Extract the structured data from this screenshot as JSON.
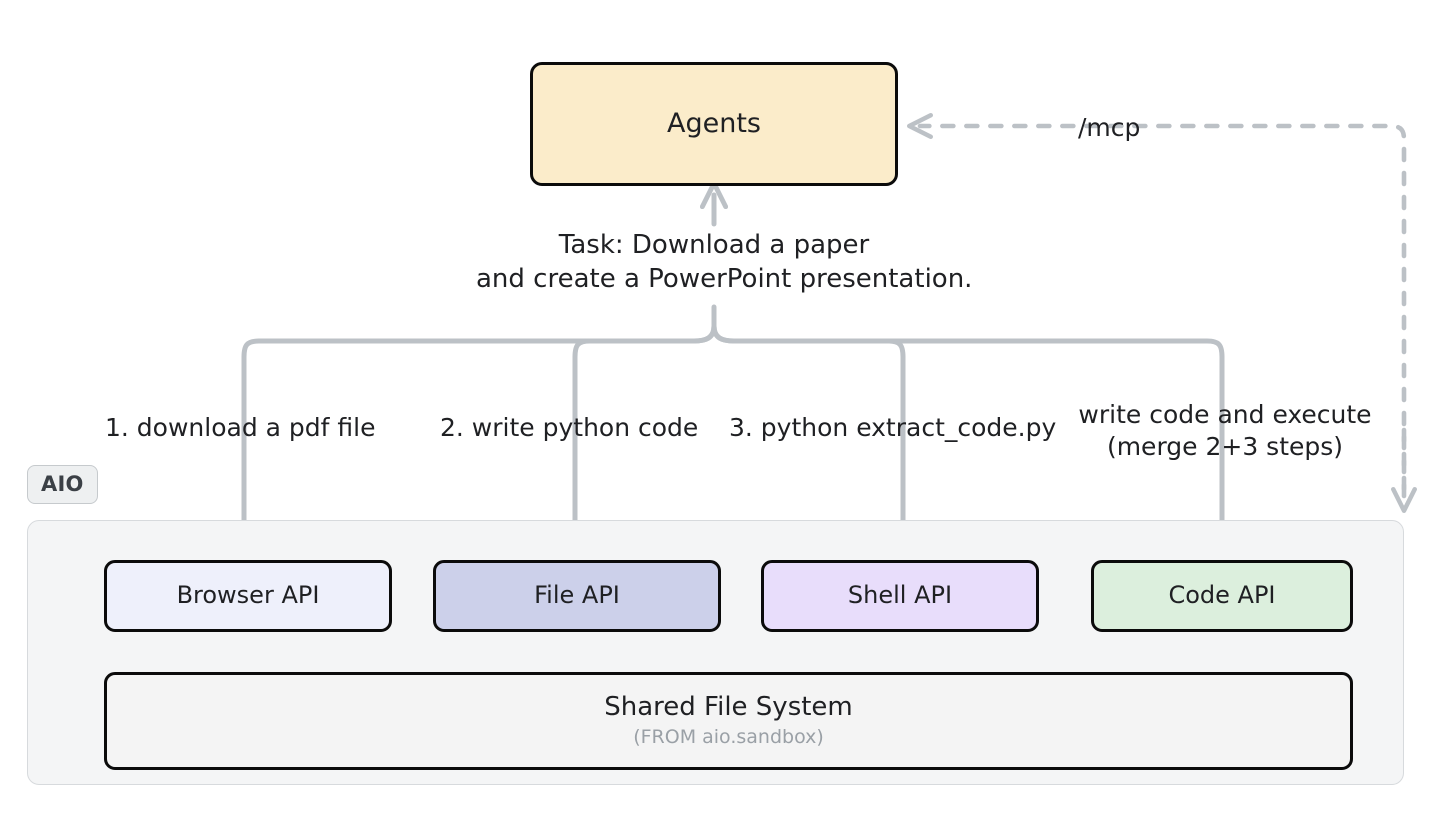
{
  "diagram": {
    "title": "AIO agent architecture flow",
    "background": "#ffffff"
  },
  "agents": {
    "label": "Agents",
    "fill": "#fbecca",
    "border": "#0b0b0b"
  },
  "task": {
    "line1": "Task: Download a paper",
    "line2": "and create a PowerPoint presentation."
  },
  "mcp": {
    "label": "/mcp",
    "line_color": "#bcc1c6",
    "style": "dashed"
  },
  "branches": [
    {
      "label": "1. download a pdf file",
      "target": "Browser API"
    },
    {
      "label": "2. write python code",
      "target": "File API"
    },
    {
      "label": "3. python extract_code.py",
      "target": "Shell API"
    },
    {
      "label": "write code and execute",
      "label2": "(merge 2+3 steps)",
      "target": "Code API"
    }
  ],
  "aio": {
    "badge": "AIO",
    "badge_fill": "#eef0f1",
    "badge_text_color": "#3b4046",
    "container_fill": "#f4f5f6",
    "container_border": "#d7dadd"
  },
  "apis": [
    {
      "label": "Browser API",
      "fill": "#eef0fb"
    },
    {
      "label": "File API",
      "fill": "#ccd0ea"
    },
    {
      "label": "Shell API",
      "fill": "#e8ddfb"
    },
    {
      "label": "Code API",
      "fill": "#dcefdd"
    }
  ],
  "shared_file_system": {
    "title": "Shared File System",
    "subtitle": "(FROM aio.sandbox)",
    "fill": "#f4f4f4",
    "subtitle_color": "#9aa0a6"
  },
  "colors": {
    "connector": "#bcc1c6",
    "node_border": "#0b0b0b",
    "text": "#1f2023"
  }
}
